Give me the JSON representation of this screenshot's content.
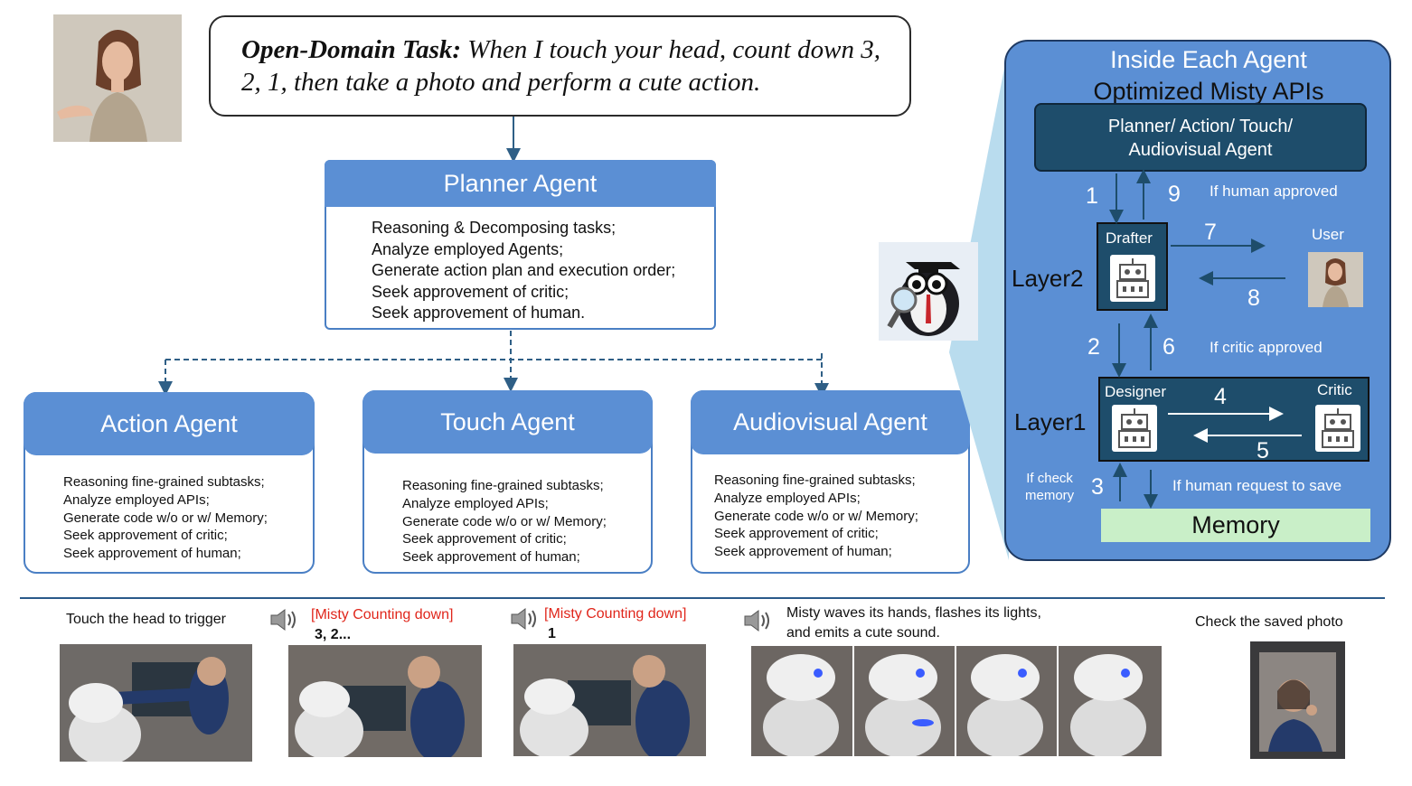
{
  "task": {
    "label": "Open-Domain Task:",
    "text": "When I touch your head, count down 3, 2, 1, then take a photo and perform a cute action."
  },
  "planner": {
    "title": "Planner Agent",
    "lines": [
      "Reasoning & Decomposing tasks;",
      "Analyze employed Agents;",
      "Generate action  plan and execution order;",
      "Seek approvement of critic;",
      "Seek approvement of human."
    ]
  },
  "sub_agents": [
    {
      "title": "Action Agent",
      "lines": [
        "Reasoning fine-grained subtasks;",
        "Analyze employed APIs;",
        "Generate code w/o or w/ Memory;",
        "Seek approvement of critic;",
        "Seek approvement of human;"
      ]
    },
    {
      "title": "Touch Agent",
      "lines": [
        "Reasoning fine-grained subtasks;",
        "Analyze employed APIs;",
        "Generate code w/o or w/ Memory;",
        "Seek approvement of critic;",
        "Seek approvement of human;"
      ]
    },
    {
      "title": "Audiovisual Agent",
      "lines": [
        "Reasoning fine-grained subtasks;",
        "Analyze employed APIs;",
        "Generate code w/o or w/ Memory;",
        "Seek approvement of critic;",
        "Seek approvement of human;"
      ]
    }
  ],
  "panel": {
    "title": "Inside Each Agent",
    "subtitle": "Optimized Misty APIs",
    "agent_box": [
      "Planner/ Action/ Touch/",
      "Audiovisual Agent"
    ],
    "drafter": "Drafter",
    "user": "User",
    "designer": "Designer",
    "critic": "Critic",
    "layer2": "Layer2",
    "layer1": "Layer1",
    "memory": "Memory",
    "notes": {
      "human_approved": "If human approved",
      "critic_approved": "If  critic approved",
      "check_memory": [
        "If  check",
        "memory"
      ],
      "save": "If human request  to save"
    },
    "steps": [
      "1",
      "2",
      "3",
      "4",
      "5",
      "6",
      "7",
      "8",
      "9"
    ]
  },
  "bottom": {
    "trigger": "Touch the head to trigger",
    "count1_label": "[Misty Counting down]",
    "count1_value": "3, 2...",
    "count2_label": "[Misty Counting down]",
    "count2_value": "1",
    "wave": [
      "Misty waves its hands, flashes its lights,",
      "and emits a cute sound."
    ],
    "saved": "Check the saved  photo"
  },
  "colors": {
    "accent": "#5b8fd4",
    "dark_box": "#1e4d6b",
    "memory": "#c9efc8",
    "alert": "#e0261b",
    "arrow": "#2f5f86"
  },
  "icons": [
    "person-avatar",
    "robot-icon",
    "speaker-icon",
    "professor-penguin",
    "robot-photo"
  ]
}
